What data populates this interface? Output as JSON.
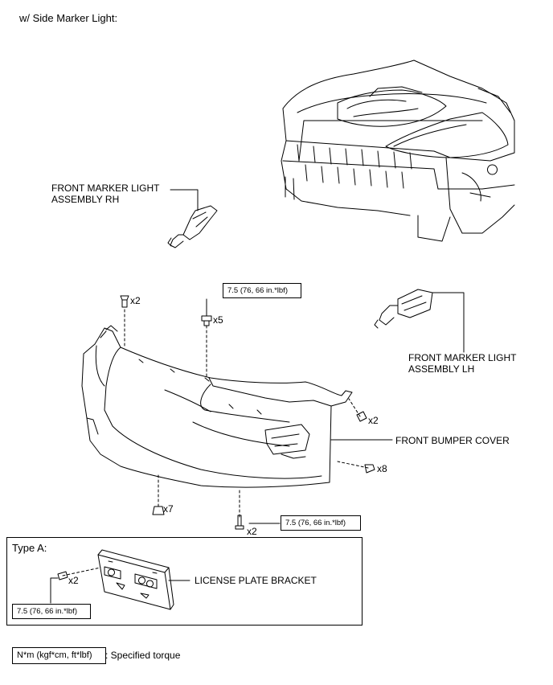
{
  "title": "w/ Side Marker Light:",
  "parts": {
    "marker_rh": [
      "FRONT MARKER LIGHT",
      "ASSEMBLY RH"
    ],
    "marker_lh": [
      "FRONT MARKER LIGHT",
      "ASSEMBLY LH"
    ],
    "bumper_cover": "FRONT BUMPER COVER",
    "license_bracket": "LICENSE PLATE BRACKET"
  },
  "quantities": {
    "top_left_clip": "x2",
    "top_center_screw": "x5",
    "side_clip": "x2",
    "side_screw": "x8",
    "bottom_clip": "x7",
    "bottom_bolt": "x2",
    "bracket_screw": "x2"
  },
  "torques": {
    "top": "7.5 (76, 66 in.*lbf)",
    "bottom": "7.5 (76, 66 in.*lbf)",
    "bracket": "7.5 (76, 66 in.*lbf)"
  },
  "type_a_label": "Type A:",
  "legend": {
    "unit_box": "N*m (kgf*cm, ft*lbf)",
    "description": ": Specified torque"
  }
}
